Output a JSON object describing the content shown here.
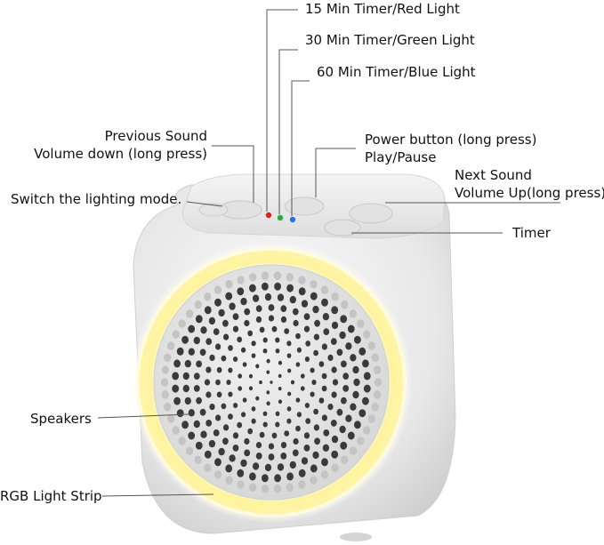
{
  "labels": {
    "timer15": "15 Min Timer/Red Light",
    "timer30": "30 Min Timer/Green Light",
    "timer60": "60 Min Timer/Blue Light",
    "prev_line1": "Previous Sound",
    "prev_line2": "Volume down (long press)",
    "power_line1": "Power button (long press)",
    "power_line2": "Play/Pause",
    "next_line1": "Next Sound",
    "next_line2": "Volume Up(long press)",
    "switch_light": "Switch the lighting mode.",
    "timer": "Timer",
    "speakers": "Speakers",
    "rgb_strip": "RGB Light Strip"
  },
  "colors": {
    "device_body": "#ececec",
    "grille": "#e4e4e4",
    "hole": "#3a3a3a",
    "ring_glow": "#fff6b0",
    "led_red": "#e02020",
    "led_green": "#22b040",
    "led_blue": "#2a6fe0",
    "leader_line": "#555555"
  }
}
